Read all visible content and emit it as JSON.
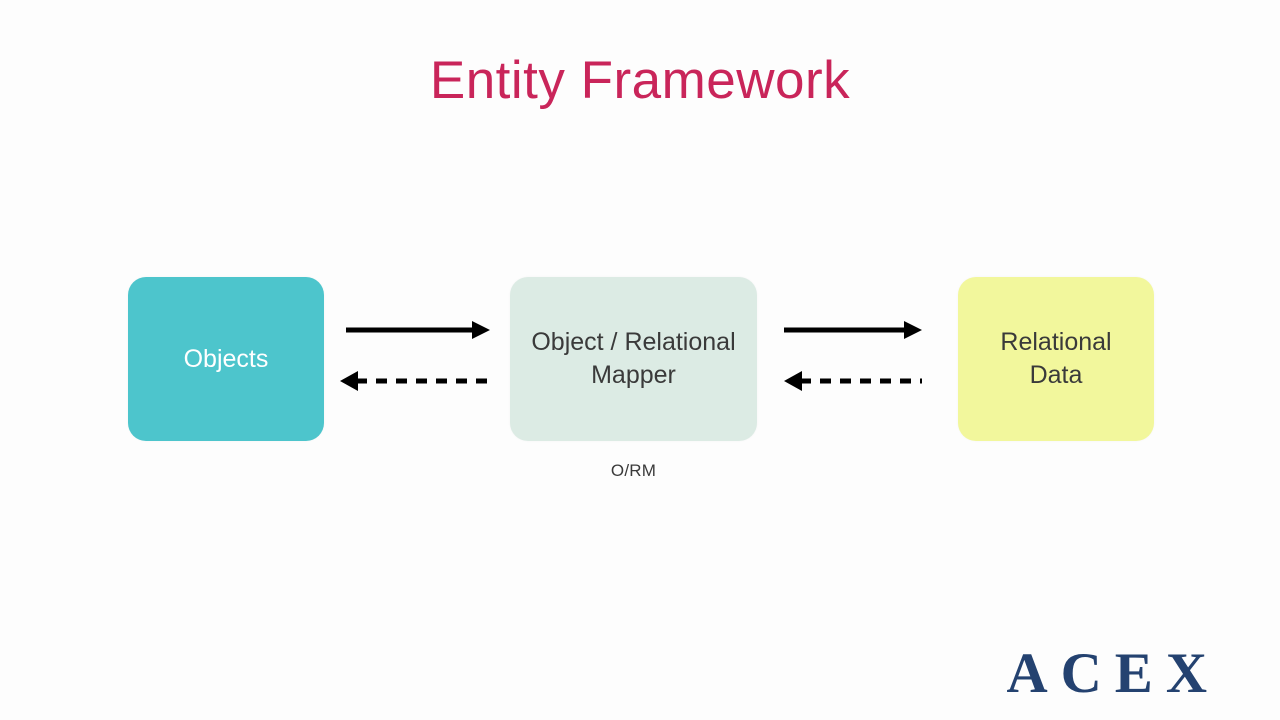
{
  "slide": {
    "title": "Entity Framework",
    "background_color": "#fdfdfd",
    "title_color": "#c9255a"
  },
  "diagram": {
    "type": "flow",
    "nodes": [
      {
        "id": "objects",
        "label": "Objects",
        "fill_color": "#4dc5cc",
        "text_color": "#ffffff"
      },
      {
        "id": "orm",
        "label": "Object / Relational Mapper",
        "caption": "O/RM",
        "fill_color": "#dcebe4",
        "text_color": "#3a3a3a"
      },
      {
        "id": "relational-data",
        "label": "Relational Data",
        "fill_color": "#f2f79c",
        "text_color": "#3a3a3a"
      }
    ],
    "connectors": [
      {
        "id": "objects-to-orm",
        "from": "objects",
        "to": "orm",
        "direction": "right",
        "style": "solid",
        "color": "#000000"
      },
      {
        "id": "orm-to-objects",
        "from": "orm",
        "to": "objects",
        "direction": "left",
        "style": "dashed",
        "color": "#000000"
      },
      {
        "id": "orm-to-data",
        "from": "orm",
        "to": "relational-data",
        "direction": "right",
        "style": "solid",
        "color": "#000000"
      },
      {
        "id": "data-to-orm",
        "from": "relational-data",
        "to": "orm",
        "direction": "left",
        "style": "dashed",
        "color": "#000000"
      }
    ]
  },
  "logo": {
    "text": "ACEX",
    "color": "#244270"
  }
}
